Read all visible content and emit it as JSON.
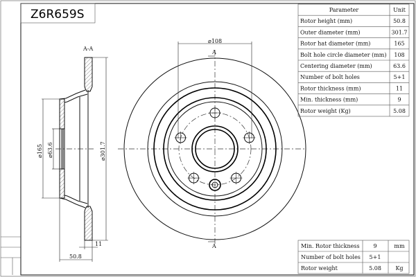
{
  "title": "Z6R659S",
  "section_label": "A-A",
  "section_marks": [
    "A",
    "A"
  ],
  "dimensions": {
    "bolt_circle": "⌀108",
    "hat_diameter": "⌀165",
    "centering": "⌀63.6",
    "outer": "⌀301.7",
    "thickness": "11",
    "height": "50.8"
  },
  "spec_table": {
    "headers": [
      "Parameter",
      "Unit"
    ],
    "rows": [
      [
        "Rotor height (mm)",
        "50.8"
      ],
      [
        "Outer diameter (mm)",
        "301.7"
      ],
      [
        "Rotor hat diameter (mm)",
        "165"
      ],
      [
        "Bolt hole circle diameter (mm)",
        "108"
      ],
      [
        "Centering diameter (mm)",
        "63.6"
      ],
      [
        "Number of bolt holes",
        "5+1"
      ],
      [
        "Rotor thickness (mm)",
        "11"
      ],
      [
        "Min. thickness (mm)",
        "9"
      ],
      [
        "Rotor weight (Kg)",
        "5.08"
      ]
    ]
  },
  "summary_table": {
    "rows": [
      [
        "Min. Rotor thickness",
        "9",
        "mm"
      ],
      [
        "Number of bolt holes",
        "5+1",
        ""
      ],
      [
        "Rotor weight",
        "5.08",
        "Kg"
      ]
    ]
  }
}
